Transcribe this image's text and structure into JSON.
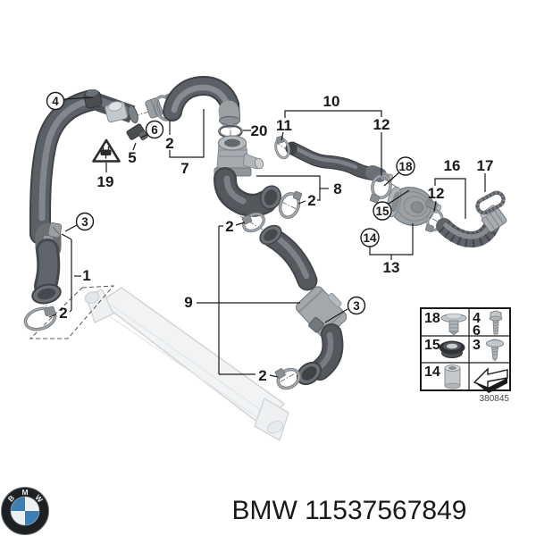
{
  "diagram": {
    "type": "exploded-parts-diagram",
    "description": "BMW charge air / intercooler hose exploded parts diagram",
    "drawing_number": "380845",
    "callouts": [
      "4",
      "6",
      "5",
      "19",
      "2",
      "7",
      "20",
      "11",
      "10",
      "12",
      "12",
      "18",
      "16",
      "17",
      "15",
      "14",
      "13",
      "8",
      "2",
      "2",
      "3",
      "3",
      "9",
      "1",
      "2",
      "2"
    ],
    "legend": {
      "cells": [
        {
          "refs": [
            "18"
          ],
          "icon": "expansion-rivet"
        },
        {
          "refs": [
            "4",
            "6"
          ],
          "icon": "hex-bolt"
        },
        {
          "refs": [
            "15"
          ],
          "icon": "rubber-grommet"
        },
        {
          "refs": [
            "3"
          ],
          "icon": "washer-screw"
        },
        {
          "refs": [
            "14"
          ],
          "icon": "spacer-sleeve"
        },
        {
          "refs": [],
          "icon": "direction-arrow"
        }
      ]
    }
  },
  "footer": {
    "logo_letters": [
      "B",
      "M",
      "W"
    ],
    "label": "BMW 11537567849",
    "logo_colors": {
      "roundel_blue": "#3d7fb5",
      "roundel_white": "#eef1f4",
      "ring_black": "#1d2023"
    }
  },
  "colors": {
    "hose_dark": "#55595e",
    "part_light": "#a8adb2",
    "line": "#1a1a1a",
    "faint": "#d2d5d8"
  }
}
